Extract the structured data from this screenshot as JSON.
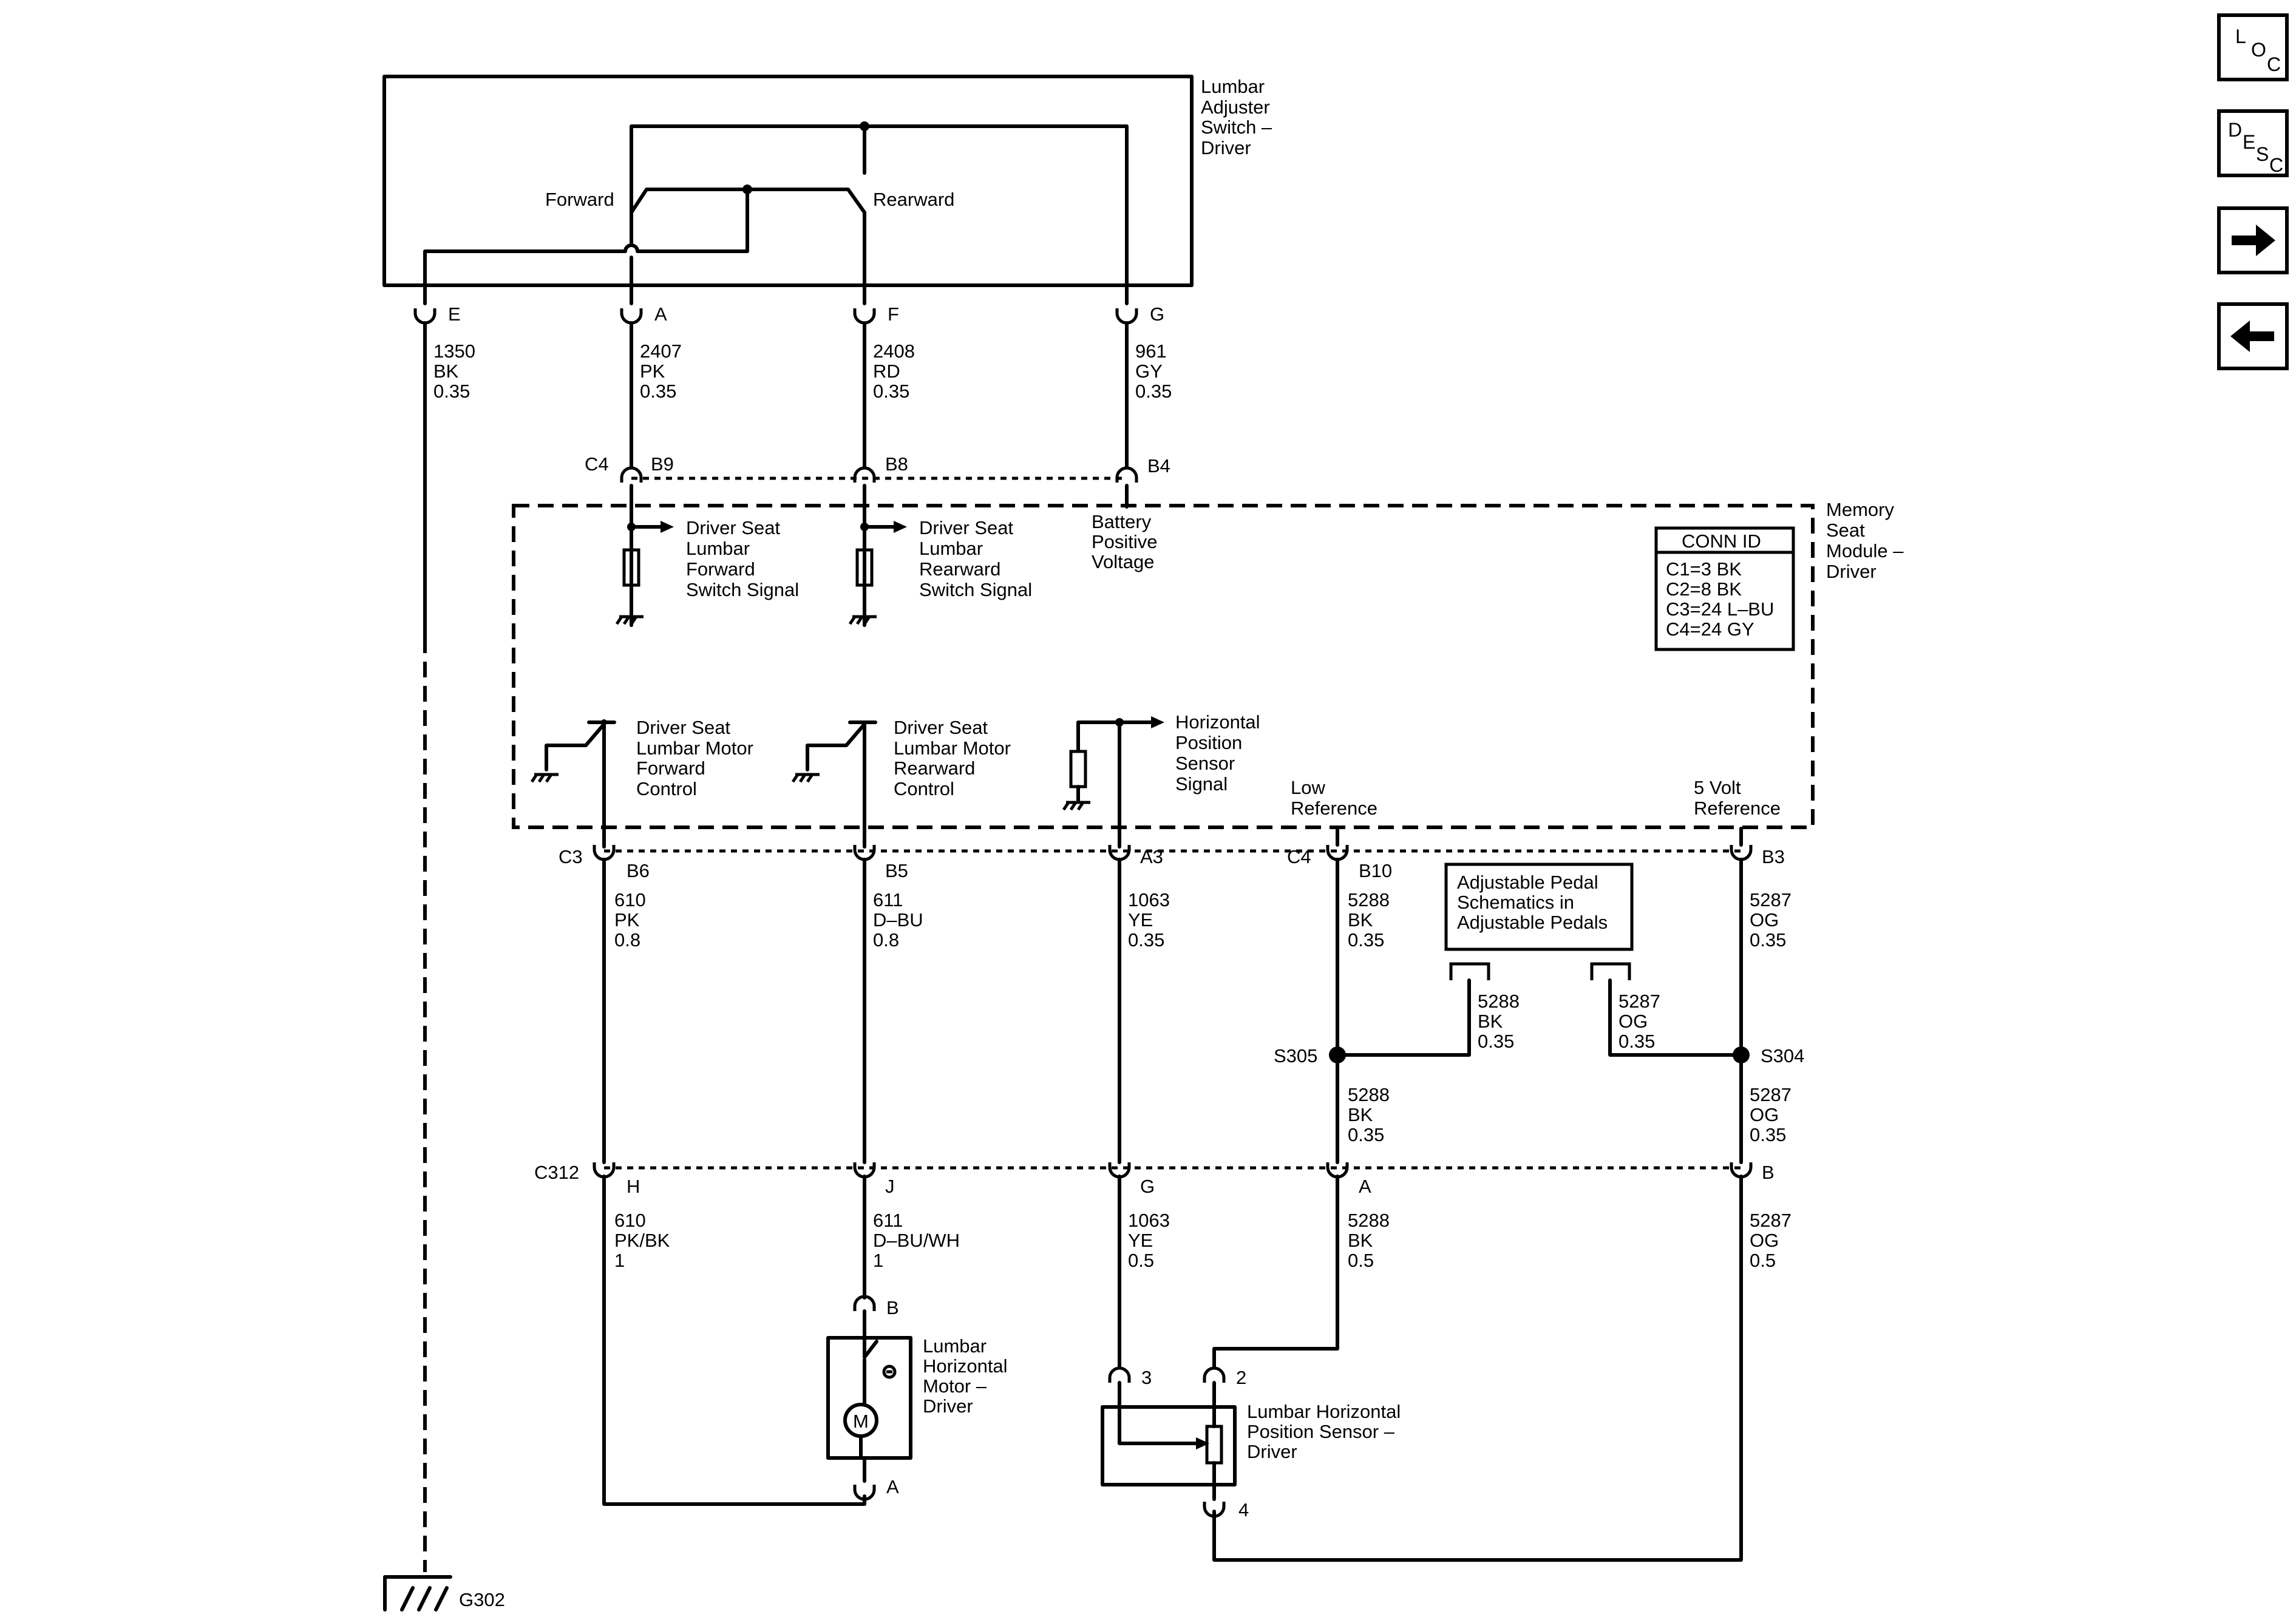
{
  "nav": {
    "loc": [
      "L",
      "O",
      "C"
    ],
    "desc": [
      "D",
      "E",
      "S",
      "C"
    ],
    "next_icon": "right-arrow-icon",
    "prev_icon": "left-arrow-icon"
  },
  "switch": {
    "name": [
      "Lumbar",
      "Adjuster",
      "Switch –",
      "Driver"
    ],
    "forward": "Forward",
    "rearward": "Rearward",
    "pins": [
      "E",
      "A",
      "F",
      "G"
    ]
  },
  "wires_top": [
    [
      "1350",
      "BK",
      "0.35"
    ],
    [
      "2407",
      "PK",
      "0.35"
    ],
    [
      "2408",
      "RD",
      "0.35"
    ],
    [
      "961",
      "GY",
      "0.35"
    ]
  ],
  "connector_c4_top": {
    "name": "C4",
    "pins": [
      "B9",
      "B8",
      "B4"
    ]
  },
  "module": {
    "name": [
      "Memory",
      "Seat",
      "Module –",
      "Driver"
    ],
    "fwd_signal": [
      "Driver Seat",
      "Lumbar",
      "Forward",
      "Switch Signal"
    ],
    "rwd_signal": [
      "Driver Seat",
      "Lumbar",
      "Rearward",
      "Switch Signal"
    ],
    "battery": [
      "Battery",
      "Positive",
      "Voltage"
    ],
    "conn_id_title": "CONN ID",
    "conn_ids": [
      "C1=3 BK",
      "C2=8 BK",
      "C3=24 L–BU",
      "C4=24 GY"
    ],
    "fwd_control": [
      "Driver Seat",
      "Lumbar Motor",
      "Forward",
      "Control"
    ],
    "rwd_control": [
      "Driver Seat",
      "Lumbar Motor",
      "Rearward",
      "Control"
    ],
    "position_signal": [
      "Horizontal",
      "Position",
      "Sensor",
      "Signal"
    ],
    "low_ref": [
      "Low",
      "Reference"
    ],
    "five_volt": [
      "5 Volt",
      "Reference"
    ]
  },
  "connector_c3": {
    "name": "C3",
    "pins": [
      "B6",
      "B5",
      "A3"
    ]
  },
  "connector_c4_bottom": {
    "name": "C4",
    "pins": [
      "B10",
      "B3"
    ]
  },
  "wires_mid": [
    [
      "610",
      "PK",
      "0.8"
    ],
    [
      "611",
      "D–BU",
      "0.8"
    ],
    [
      "1063",
      "YE",
      "0.35"
    ],
    [
      "5288",
      "BK",
      "0.35"
    ],
    [
      "5287",
      "OG",
      "0.35"
    ]
  ],
  "pedal_box": [
    "Adjustable Pedal",
    "Schematics in",
    "Adjustable Pedals"
  ],
  "pedal_wires": [
    [
      "5288",
      "BK",
      "0.35"
    ],
    [
      "5287",
      "OG",
      "0.35"
    ]
  ],
  "splices": [
    "S305",
    "S304"
  ],
  "wires_after_splice": [
    [
      "5288",
      "BK",
      "0.35"
    ],
    [
      "5287",
      "OG",
      "0.35"
    ]
  ],
  "connector_c312": {
    "name": "C312",
    "pins": [
      "H",
      "J",
      "G",
      "A",
      "B"
    ]
  },
  "wires_low": [
    [
      "610",
      "PK/BK",
      "1"
    ],
    [
      "611",
      "D–BU/WH",
      "1"
    ],
    [
      "1063",
      "YE",
      "0.5"
    ],
    [
      "5288",
      "BK",
      "0.5"
    ],
    [
      "5287",
      "OG",
      "0.5"
    ]
  ],
  "motor": {
    "name": [
      "Lumbar",
      "Horizontal",
      "Motor –",
      "Driver"
    ],
    "pins": [
      "B",
      "A"
    ],
    "symbol": "M"
  },
  "sensor": {
    "name": [
      "Lumbar Horizontal",
      "Position Sensor –",
      "Driver"
    ],
    "pins": [
      "3",
      "2",
      "4"
    ]
  },
  "ground": "G302"
}
